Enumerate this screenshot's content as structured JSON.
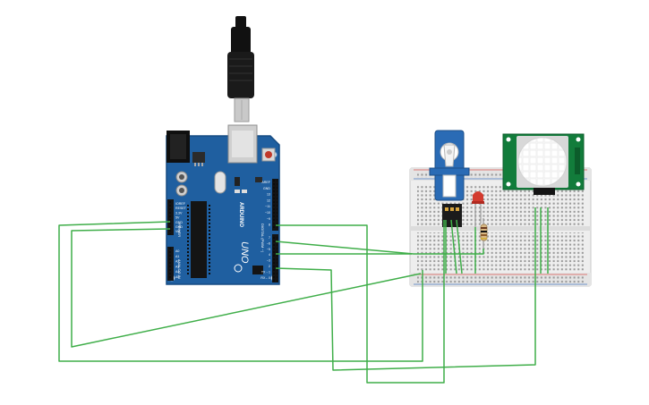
{
  "canvas": {
    "background": "#ffffff"
  },
  "colors": {
    "board": "#1f5fa0",
    "board_dark": "#174b82",
    "header": "#1b1b1b",
    "wire": "#3fae49",
    "breadboard": "#eeeeee",
    "breadboard_rail": "#dedede",
    "servo": "#2a6bb5",
    "pir_board": "#127c3b",
    "led": "#d33b2f",
    "usb_plug": "#111111",
    "usb_metal": "#c9c9c9"
  },
  "arduino": {
    "brand": "ARDUINO",
    "model": "UNO",
    "digital_label": "DIGITAL (PWM ~)",
    "power_label": "POWER",
    "analog_label": "ANALOG IN",
    "power_pins": [
      "IOREF",
      "RESET",
      "3.3V",
      "5V",
      "GND",
      "GND",
      "Vin"
    ],
    "analog_pins": [
      "A0",
      "A1",
      "A2",
      "A3",
      "A4",
      "A5"
    ],
    "digital_top_pins": [
      "AREF",
      "GND",
      "13",
      "12",
      "~11",
      "~10",
      "~9",
      "8"
    ],
    "digital_bottom_pins": [
      "7",
      "~6",
      "~5",
      "4",
      "~3",
      "2",
      "TX→1",
      "RX←0"
    ],
    "chip_icon": "atmega-chip-icon",
    "reset_icon": "reset-button-icon"
  },
  "usb_cable": {
    "icon": "usb-cable-icon"
  },
  "breadboard": {
    "icon": "breadboard-icon"
  },
  "servo": {
    "icon": "micro-servo-icon"
  },
  "pir_sensor": {
    "icon": "pir-motion-sensor-icon"
  },
  "led": {
    "icon": "red-led-icon"
  },
  "resistor": {
    "icon": "resistor-icon"
  }
}
